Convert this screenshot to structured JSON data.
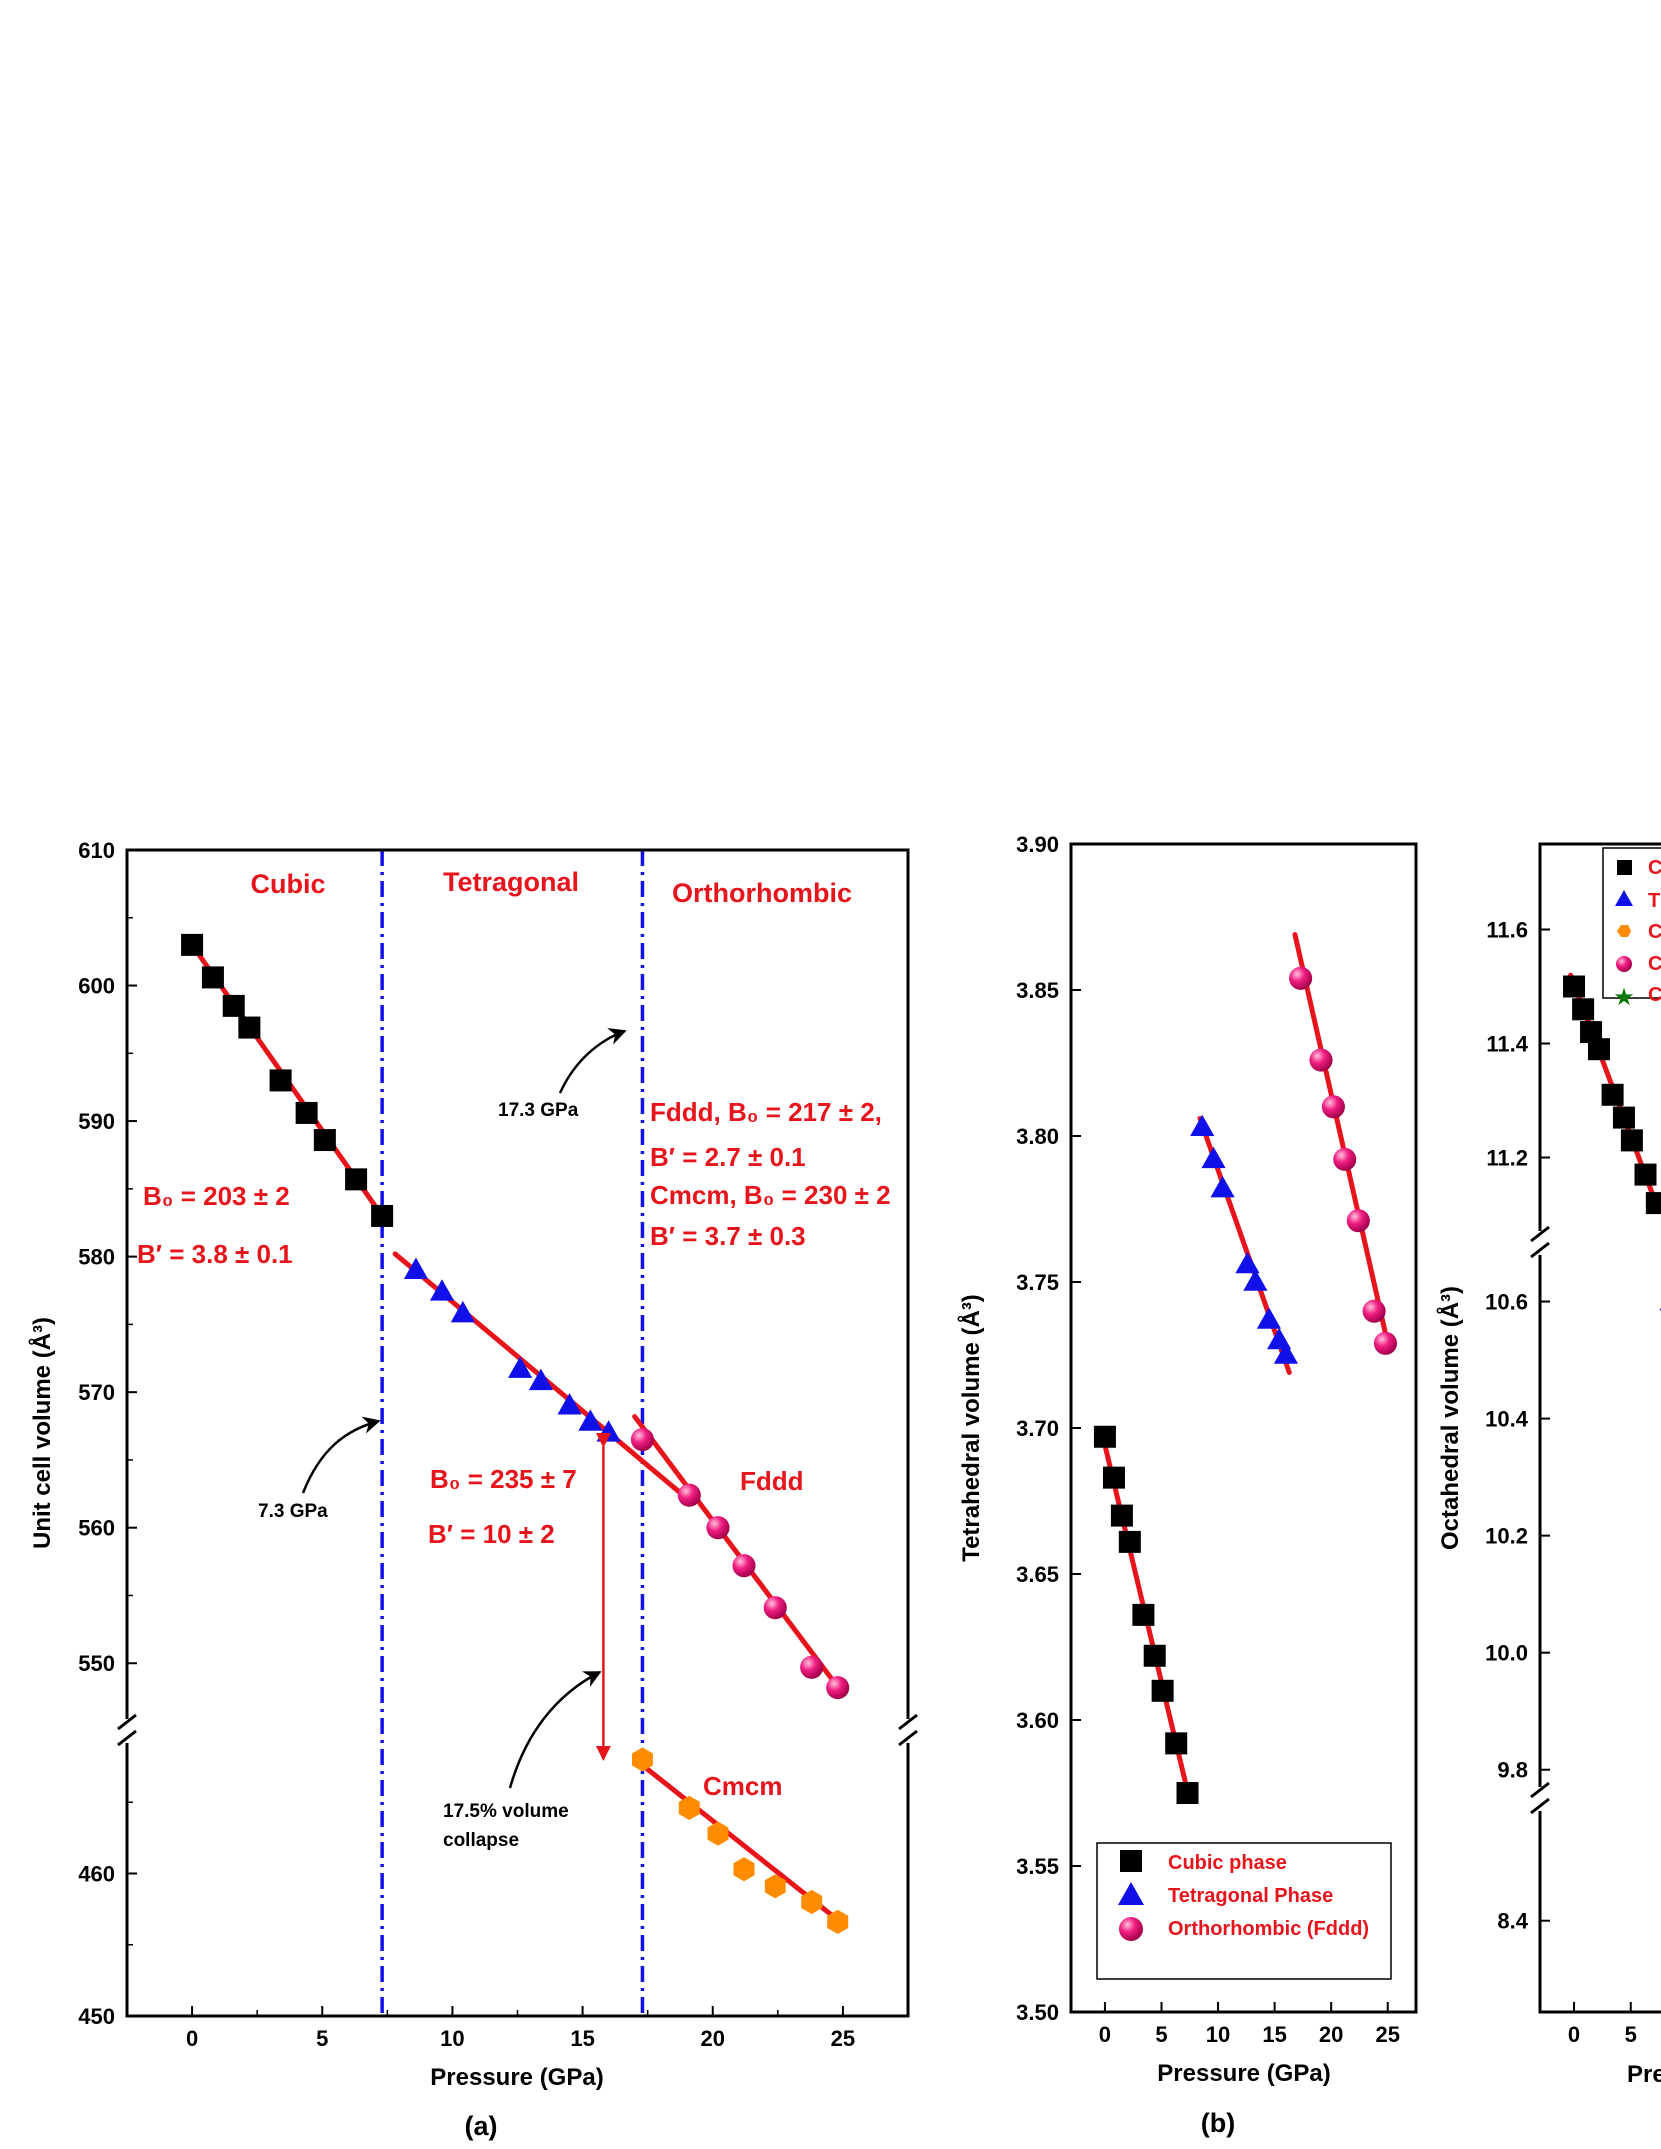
{
  "panels": {
    "a": {
      "caption": "(a)",
      "region_labels": [
        "Cubic",
        "Tetragonal",
        "Orthorhombic"
      ],
      "phase_labels": {
        "fddd": "Fddd",
        "cmcm": "Cmcm"
      },
      "transitions": [
        "7.3 GPa",
        "17.3 GPa"
      ],
      "collapse": [
        "17.5% volume",
        "collapse"
      ],
      "cubic_fit": [
        "B₀ = 203 ± 2",
        "B′ = 3.8 ± 0.1"
      ],
      "tetra_fit": [
        "B₀ = 235 ± 7",
        "B′ = 10 ± 2"
      ],
      "ortho_fit": [
        "Fddd, B₀ = 217 ± 2,",
        "B′ = 2.7 ± 0.1",
        "Cmcm, B₀ = 230 ± 2",
        "B′ = 3.7 ± 0.3"
      ]
    },
    "b": {
      "caption": "(b)",
      "legend": [
        "Cubic phase",
        "Tetragonal Phase",
        "Orthorhombic (Fddd)"
      ]
    },
    "c": {
      "legend": [
        "C",
        "T",
        "C",
        "C",
        "C"
      ]
    }
  },
  "chart_data": [
    {
      "type": "scatter",
      "panel": "a",
      "xlabel": "Pressure (GPa)",
      "ylabel": "Unit cell volume (Å³)",
      "xlim": [
        -2.5,
        27.5
      ],
      "xticks": [
        0,
        5,
        10,
        15,
        20,
        25
      ],
      "y_upper": {
        "ylim": [
          545,
          610
        ],
        "ticks": [
          550,
          560,
          570,
          580,
          590,
          600,
          610
        ]
      },
      "y_lower": {
        "ylim": [
          450,
          470
        ],
        "ticks": [
          450,
          460
        ]
      },
      "axis_break": "y, between 470 and 545",
      "transition_lines_x": [
        7.3,
        17.3
      ],
      "series": [
        {
          "name": "Cubic",
          "marker": "square",
          "color": "#000000",
          "x": [
            0,
            0.8,
            1.6,
            2.2,
            3.4,
            4.4,
            5.1,
            6.3,
            7.3
          ],
          "y": [
            603.0,
            600.6,
            598.5,
            596.9,
            593.0,
            590.6,
            588.6,
            585.7,
            583.0
          ]
        },
        {
          "name": "Tetragonal",
          "marker": "triangle",
          "color": "#1010e8",
          "x": [
            8.6,
            9.6,
            10.4,
            12.6,
            13.4,
            14.5,
            15.3,
            16.0
          ],
          "y": [
            579.0,
            577.4,
            575.8,
            571.7,
            570.8,
            569.0,
            567.8,
            567.0
          ]
        },
        {
          "name": "Fddd",
          "marker": "sphere",
          "color": "#e8107a",
          "x": [
            17.3,
            19.1,
            20.2,
            21.2,
            22.4,
            23.8,
            24.8
          ],
          "y": [
            566.5,
            562.4,
            560.0,
            557.2,
            554.1,
            549.7,
            548.2
          ]
        },
        {
          "name": "Cmcm",
          "marker": "hexagon",
          "color": "#ff8c00",
          "x": [
            17.3,
            19.1,
            20.2,
            21.2,
            22.4,
            23.8,
            24.8
          ],
          "y": [
            468.0,
            464.6,
            462.8,
            460.3,
            459.1,
            458.0,
            456.6
          ]
        }
      ],
      "fits": [
        {
          "from": [
            0,
            603.0
          ],
          "to": [
            7.3,
            583.0
          ]
        },
        {
          "from": [
            7.8,
            580.2
          ],
          "to": [
            18.8,
            562.5
          ]
        },
        {
          "from": [
            17.0,
            568.2
          ],
          "to": [
            24.9,
            548.0
          ]
        },
        {
          "from": [
            17.3,
            467.6
          ],
          "to": [
            24.9,
            456.6
          ]
        }
      ],
      "arrows": [
        {
          "label": "7.3 GPa",
          "to": [
            7.3,
            567.3
          ]
        },
        {
          "label": "17.3 GPa",
          "to": [
            17.1,
            597.5
          ]
        },
        {
          "label": "17.5% volume collapse",
          "to": [
            15.7,
            548.2
          ]
        }
      ],
      "collapse_arrow": {
        "x": 15.8,
        "from": 566.0,
        "to": 468.0
      }
    },
    {
      "type": "scatter",
      "panel": "b",
      "xlabel": "Pressure (GPa)",
      "ylabel": "Tetrahedral volume (Å³)",
      "xlim": [
        -3,
        27.5
      ],
      "ylim": [
        3.5,
        3.9
      ],
      "xticks": [
        0,
        5,
        10,
        15,
        20,
        25
      ],
      "yticks": [
        3.5,
        3.55,
        3.6,
        3.65,
        3.7,
        3.75,
        3.8,
        3.85,
        3.9
      ],
      "legend_position": "bottom",
      "series": [
        {
          "name": "Cubic phase",
          "marker": "square",
          "color": "#000000",
          "x": [
            0,
            0.8,
            1.5,
            2.2,
            3.4,
            4.4,
            5.1,
            6.3,
            7.3
          ],
          "y": [
            3.697,
            3.683,
            3.67,
            3.661,
            3.636,
            3.622,
            3.61,
            3.592,
            3.575
          ]
        },
        {
          "name": "Tetragonal Phase",
          "marker": "triangle",
          "color": "#1010e8",
          "x": [
            8.6,
            9.6,
            10.4,
            12.6,
            13.3,
            14.5,
            15.4,
            16.0
          ],
          "y": [
            3.803,
            3.792,
            3.782,
            3.756,
            3.75,
            3.737,
            3.73,
            3.725
          ]
        },
        {
          "name": "Orthorhombic (Fddd)",
          "marker": "sphere",
          "color": "#e8107a",
          "x": [
            17.3,
            19.1,
            20.2,
            21.2,
            22.4,
            23.8,
            24.8
          ],
          "y": [
            3.854,
            3.826,
            3.81,
            3.792,
            3.771,
            3.74,
            3.729
          ]
        }
      ],
      "fits": [
        {
          "from": [
            -0.3,
            3.699
          ],
          "to": [
            7.4,
            3.574
          ]
        },
        {
          "from": [
            8.4,
            3.806
          ],
          "to": [
            16.3,
            3.719
          ]
        },
        {
          "from": [
            16.8,
            3.869
          ],
          "to": [
            25.0,
            3.729
          ]
        }
      ]
    },
    {
      "type": "scatter",
      "panel": "c",
      "xlabel": "Pre",
      "ylabel": "Octahedral volume (Å³)",
      "xlim": [
        -3,
        27.5
      ],
      "xticks": [
        0,
        5
      ],
      "y_upper": {
        "ylim": [
          11.05,
          11.75
        ],
        "ticks": [
          11.2,
          11.4,
          11.6
        ]
      },
      "y_middle": {
        "ylim": [
          9.75,
          10.7
        ],
        "ticks": [
          9.8,
          10.0,
          10.2,
          10.4,
          10.6
        ]
      },
      "y_lower": {
        "ylim": [
          8.25,
          8.6
        ],
        "ticks": [
          8.4
        ]
      },
      "axis_break": "y, between 8.6 and 9.75 and between 10.7 and 11.05",
      "series": [
        {
          "name": "Cubic",
          "marker": "square",
          "color": "#000000",
          "x": [
            0,
            0.8,
            1.5,
            2.2,
            3.4,
            4.4,
            5.1,
            6.3,
            7.3
          ],
          "y": [
            11.5,
            11.46,
            11.42,
            11.39,
            11.31,
            11.27,
            11.23,
            11.17,
            11.12
          ]
        },
        {
          "name": "Tetragonal",
          "marker": "triangle",
          "color": "#1010e8",
          "x": [
            8.6
          ],
          "y": [
            10.6
          ]
        }
      ],
      "fits": [
        {
          "from": [
            -0.3,
            11.52
          ],
          "to": [
            7.4,
            11.11
          ]
        }
      ]
    }
  ]
}
